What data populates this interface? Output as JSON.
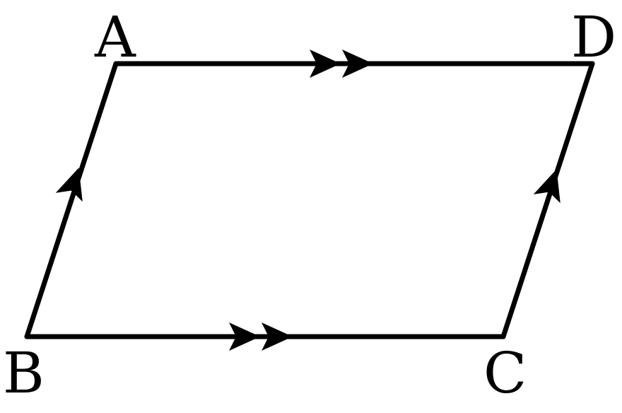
{
  "diagram": {
    "type": "parallelogram",
    "vertices": {
      "A": "A",
      "B": "B",
      "C": "C",
      "D": "D"
    },
    "edges": [
      {
        "from": "A",
        "to": "D",
        "parallel_marks": 2
      },
      {
        "from": "B",
        "to": "C",
        "parallel_marks": 2
      },
      {
        "from": "B",
        "to": "A",
        "parallel_marks": 1
      },
      {
        "from": "C",
        "to": "D",
        "parallel_marks": 1
      }
    ],
    "colors": {
      "stroke": "#000000",
      "background": "#ffffff"
    }
  }
}
